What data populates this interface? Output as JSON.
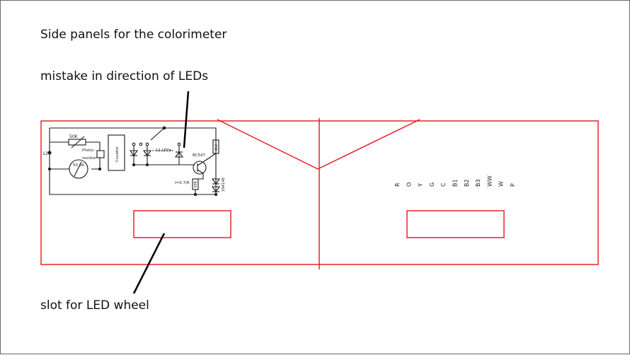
{
  "annotations": {
    "title": "Side panels for the colorimeter",
    "led_note": "mistake in direction of LEDs",
    "slot_note": "slot for LED wheel"
  },
  "circuit": {
    "supply": "12V",
    "pot": "50K",
    "photoresistor_line1": "Photo-",
    "photoresistor_line2": "resistor",
    "meter": "50 uA",
    "cuvette": "Cuvette",
    "leds": "11 LEDs",
    "transistor": "BC547",
    "resistor_top": "2k2",
    "resistor_bottom": "33R",
    "current": "I=0.7/R",
    "diode": "1N4148"
  },
  "led_colors": [
    "R",
    "O",
    "Y",
    "G",
    "C",
    "B1",
    "B2",
    "B3",
    "WW",
    "W",
    "P"
  ],
  "colors": {
    "outline": "#e8141c",
    "wire": "#1a1a1a",
    "text": "#111111"
  }
}
